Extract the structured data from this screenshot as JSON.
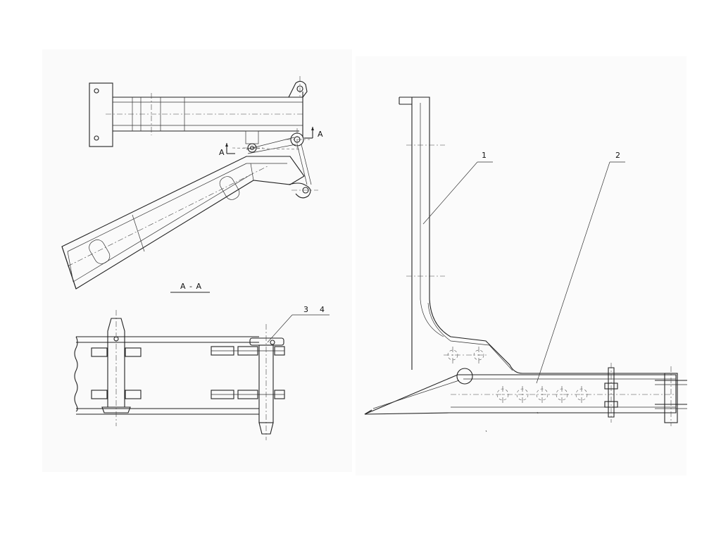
{
  "labels": {
    "section_mark_left": "A",
    "section_mark_right": "A",
    "section_title": "A - A",
    "callout_3": "3",
    "callout_4": "4",
    "callout_1": "1",
    "callout_2": "2"
  }
}
